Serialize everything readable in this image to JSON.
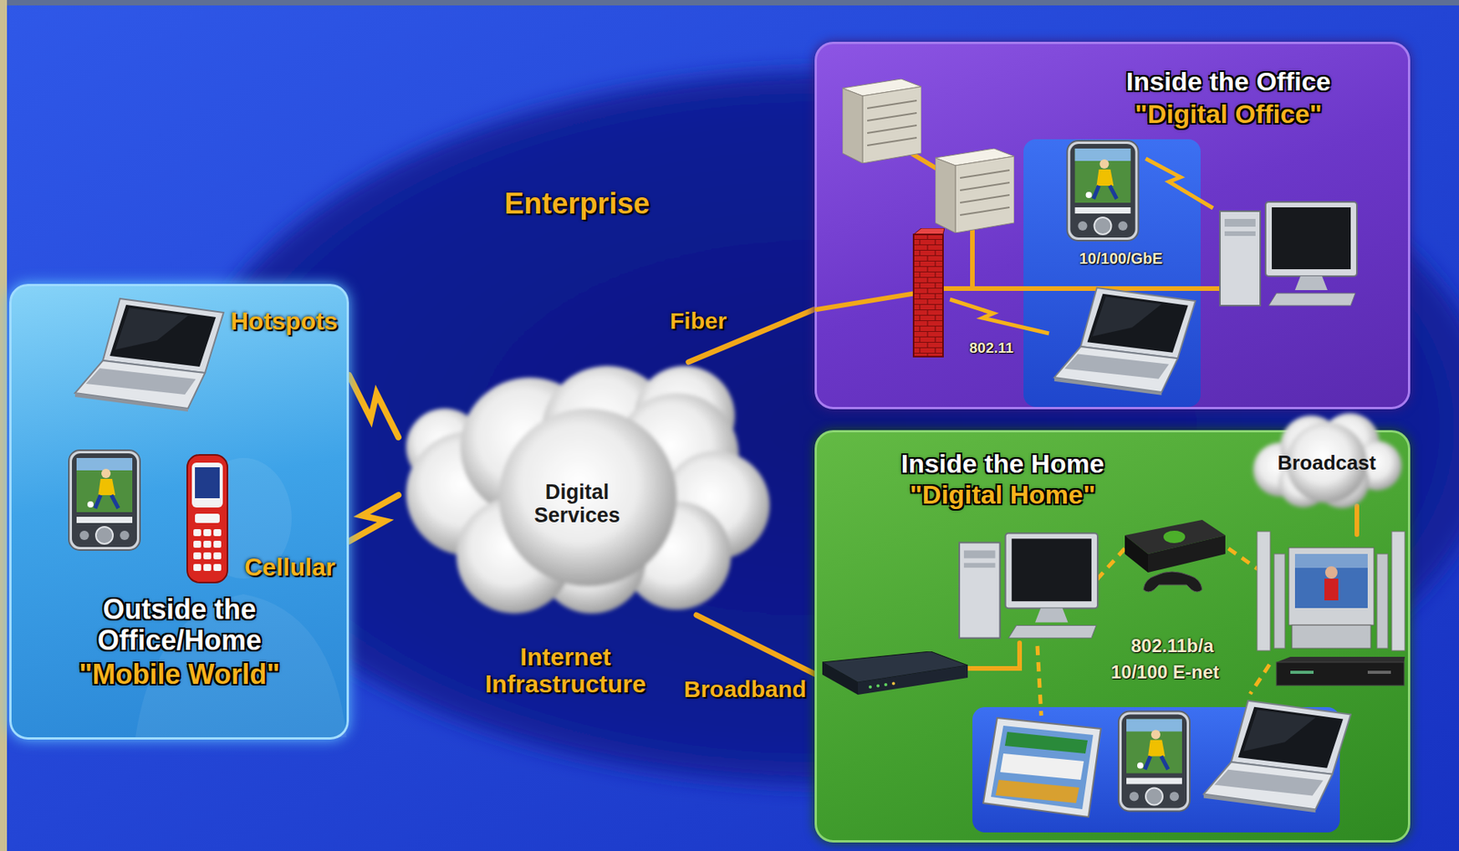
{
  "diagram": {
    "nodes": [
      {
        "text": [
          "Outside the Office/Home",
          "\"Mobile World\""
        ]
      },
      {
        "text": [
          "Digital Services"
        ]
      },
      {
        "text": [
          "Inside the Office",
          "\"Digital Office\""
        ]
      },
      {
        "text": [
          "Inside the Home",
          "\"Digital Home\""
        ]
      },
      {
        "text": [
          "Broadcast"
        ],
        "in": 3
      }
    ],
    "edges": [
      {
        "from": 0,
        "to": 1,
        "label": "Hotspots",
        "arrow": "none"
      },
      {
        "from": 0,
        "to": 1,
        "label": "Cellular",
        "arrow": "none"
      },
      {
        "from": 1,
        "to": 2,
        "label": "Fiber",
        "arrow": "none"
      },
      {
        "from": 1,
        "to": 3,
        "label": "Broadband",
        "arrow": "none"
      }
    ],
    "labels": [
      "Enterprise",
      "Internet Infrastructure",
      "10/100/GbE",
      "802.11",
      "802.11b/a",
      "10/100 E-net"
    ]
  }
}
